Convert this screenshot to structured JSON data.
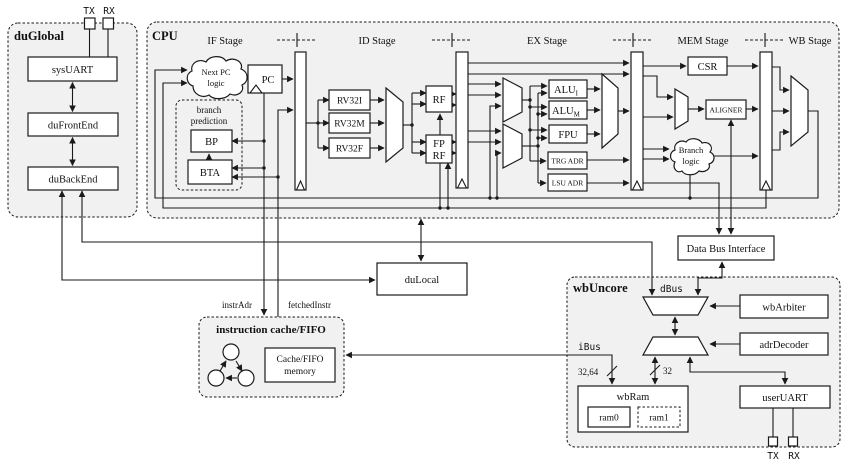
{
  "duGlobal": {
    "title": "duGlobal",
    "tx": "TX",
    "rx": "RX",
    "sysUART": "sysUART",
    "duFrontEnd": "duFrontEnd",
    "duBackEnd": "duBackEnd"
  },
  "cpu": {
    "title": "CPU",
    "stages": {
      "if": "IF Stage",
      "id": "ID Stage",
      "ex": "EX Stage",
      "mem": "MEM Stage",
      "wb": "WB Stage"
    },
    "nextPc1": "Next PC",
    "nextPc2": "logic",
    "pc": "PC",
    "branchPred1": "branch",
    "branchPred2": "prediction",
    "bp": "BP",
    "bta": "BTA",
    "rv32i": "RV32I",
    "rv32m": "RV32M",
    "rv32f": "RV32F",
    "rf": "RF",
    "fprf1": "FP",
    "fprf2": "RF",
    "alu": "ALU",
    "aluSubI": "I",
    "aluSubM": "M",
    "fpu": "FPU",
    "trgAdr": "TRG ADR",
    "lsuAdr": "LSU ADR",
    "csr": "CSR",
    "aligner": "ALIGNER",
    "branchLogic1": "Branch",
    "branchLogic2": "logic"
  },
  "interconnect": {
    "dataBusInterface": "Data Bus Interface",
    "duLocal": "duLocal",
    "instrAdr": "instrAdr",
    "fetchedInstr": "fetchedInstr"
  },
  "icache": {
    "title": "instruction cache/FIFO",
    "mem1": "Cache/FIFO",
    "mem2": "memory"
  },
  "wbUncore": {
    "title": "wbUncore",
    "dBus": "dBus",
    "iBus": "iBus",
    "wbArbiter": "wbArbiter",
    "adrDecoder": "adrDecoder",
    "w3264": "32,64",
    "w32": "32",
    "wbRam": "wbRam",
    "ram0": "ram0",
    "ram1": "ram1",
    "userUART": "userUART",
    "tx": "TX",
    "rx": "RX"
  }
}
